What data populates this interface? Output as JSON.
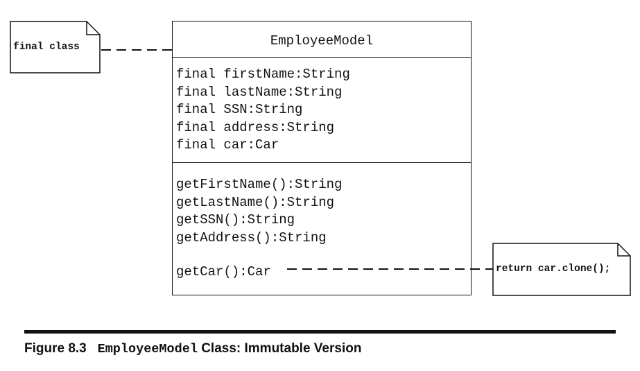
{
  "uml_class": {
    "name": "EmployeeModel",
    "attributes": [
      "final firstName:String",
      "final lastName:String",
      "final SSN:String",
      "final address:String",
      "final car:Car"
    ],
    "operations": [
      "getFirstName():String",
      "getLastName():String",
      "getSSN():String",
      "getAddress():String"
    ],
    "last_operation": "getCar():Car"
  },
  "notes": {
    "class_note": "final class",
    "method_note": "return car.clone();"
  },
  "caption": {
    "figure_number": "Figure 8.3",
    "class_name": "EmployeeModel",
    "title": "Class: Immutable Version"
  }
}
